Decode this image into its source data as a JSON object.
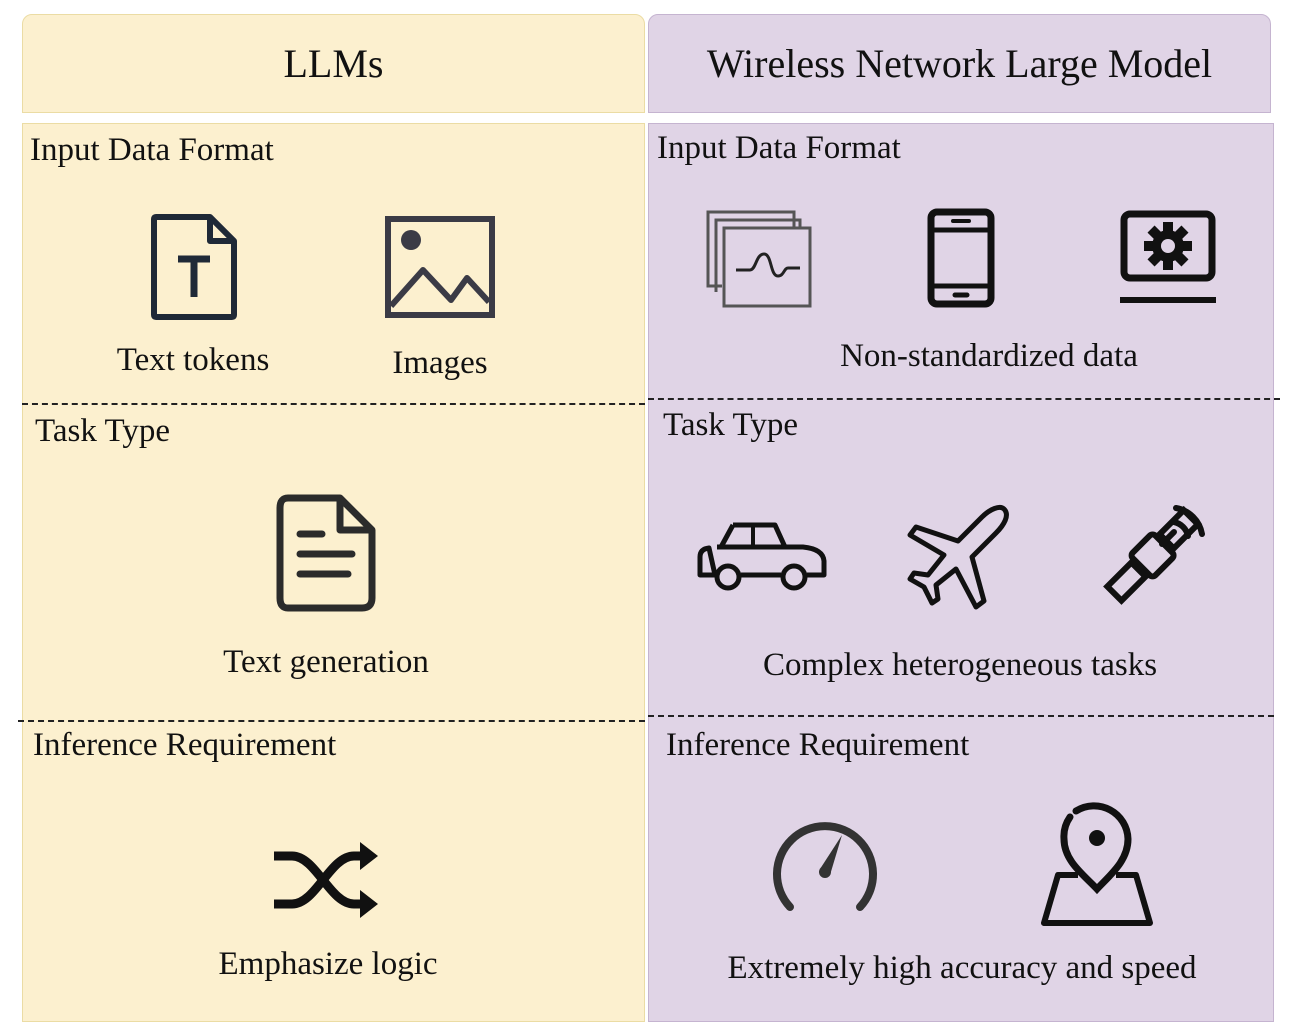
{
  "headers": {
    "left": "LLMs",
    "right": "Wireless Network Large Model"
  },
  "llms": {
    "input": {
      "title": "Input Data Format",
      "items": [
        "Text tokens",
        "Images"
      ]
    },
    "task": {
      "title": "Task Type",
      "item": "Text generation"
    },
    "inference": {
      "title": "Inference Requirement",
      "item": "Emphasize logic"
    }
  },
  "wireless": {
    "input": {
      "title": "Input Data Format",
      "item": "Non-standardized data"
    },
    "task": {
      "title": "Task Type",
      "item": "Complex heterogeneous tasks"
    },
    "inference": {
      "title": "Inference Requirement",
      "item": "Extremely high accuracy and speed"
    }
  },
  "icons": {
    "text_tokens": "text-file-icon",
    "images": "image-icon",
    "signal_frames": "signal-windows-icon",
    "phone": "smartphone-icon",
    "laptop": "laptop-gear-icon",
    "document": "document-icon",
    "car": "car-icon",
    "plane": "airplane-icon",
    "satellite": "satellite-icon",
    "shuffle": "shuffle-icon",
    "speedometer": "speedometer-icon",
    "map_pin": "map-pin-icon"
  },
  "colors": {
    "llm_bg": "#fcf0cf",
    "wireless_bg": "#e0d4e6",
    "ink": "#111111"
  }
}
